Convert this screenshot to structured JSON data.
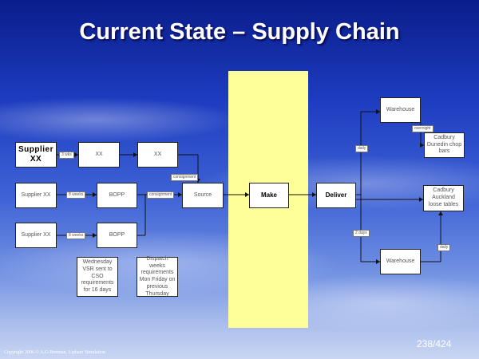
{
  "title": "Current State – Supply Chain",
  "nodes": {
    "supplier_top": "Supplier XX",
    "xx_1": "XX",
    "xx_2": "XX",
    "supplier_mid": "Supplier XX",
    "bopp_mid": "BOPP",
    "source": "Source",
    "make": "Make",
    "deliver": "Deliver",
    "supplier_bot": "Supplier XX",
    "bopp_bot": "BOPP",
    "note_wed": "Wednesday VSR sent to CSO requirements for 16 days",
    "note_dispatch": "Dispatch weeks requirements Mon Friday on previous Thursday",
    "warehouse_top": "Warehouse",
    "cadbury_dunedin": "Cadbury Dunedin chop bars",
    "cadbury_auckland": "Cadbury Auckland loose tables",
    "warehouse_bot": "Warehouse"
  },
  "tags": {
    "t_supplier_xx": "3 wks",
    "t_above_source": "consignment",
    "t_supplier_mid": "8 weeks",
    "t_bopp_mid": "consignment",
    "t_supplier_bot": "8 weeks",
    "t_deliver_up": "daily",
    "t_warehouse_top": "overnight",
    "t_deliver_down": "2 days",
    "t_warehouse_bot": "daily"
  },
  "page_number": "238/424",
  "copyright": "Copyright 2006 © A.G-Brennan, Liphant Simulation"
}
